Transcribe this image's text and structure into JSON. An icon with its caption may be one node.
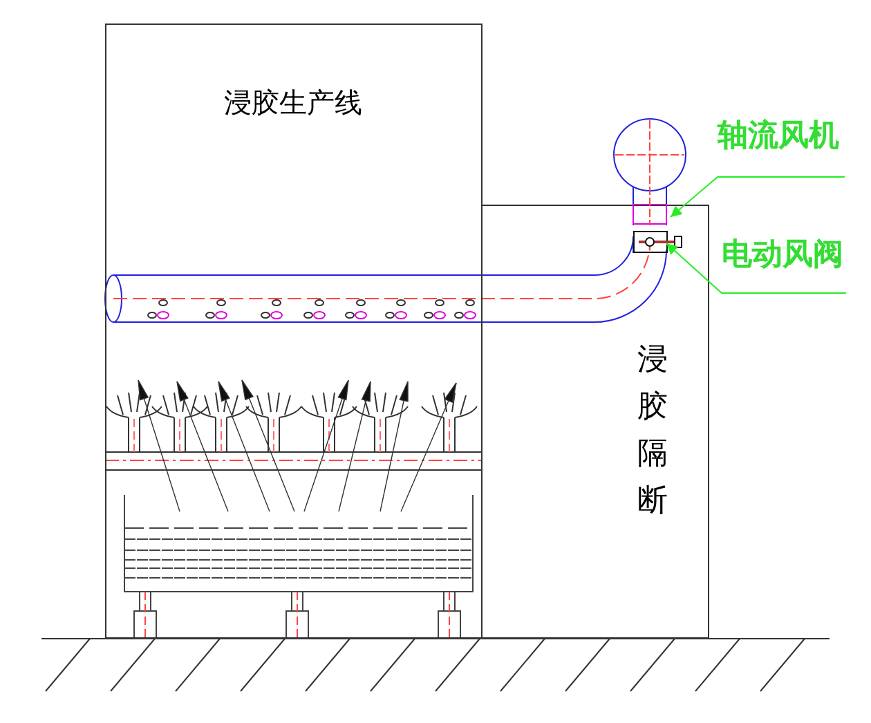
{
  "diagram": {
    "nodes": [
      {
        "text": [
          "浸胶生产线"
        ]
      },
      {
        "text": [
          "浸胶隔断"
        ]
      },
      {
        "text": [
          "轴流风机"
        ]
      },
      {
        "text": [],
        "shape": "circle"
      },
      {
        "text": [
          "电动风阀"
        ]
      },
      {
        "text": [],
        "shape": "box",
        "in": 1
      }
    ],
    "edges": [
      {
        "from": 2,
        "to": 3,
        "arrow": "to"
      },
      {
        "from": 4,
        "to": 5,
        "arrow": "to"
      }
    ]
  }
}
